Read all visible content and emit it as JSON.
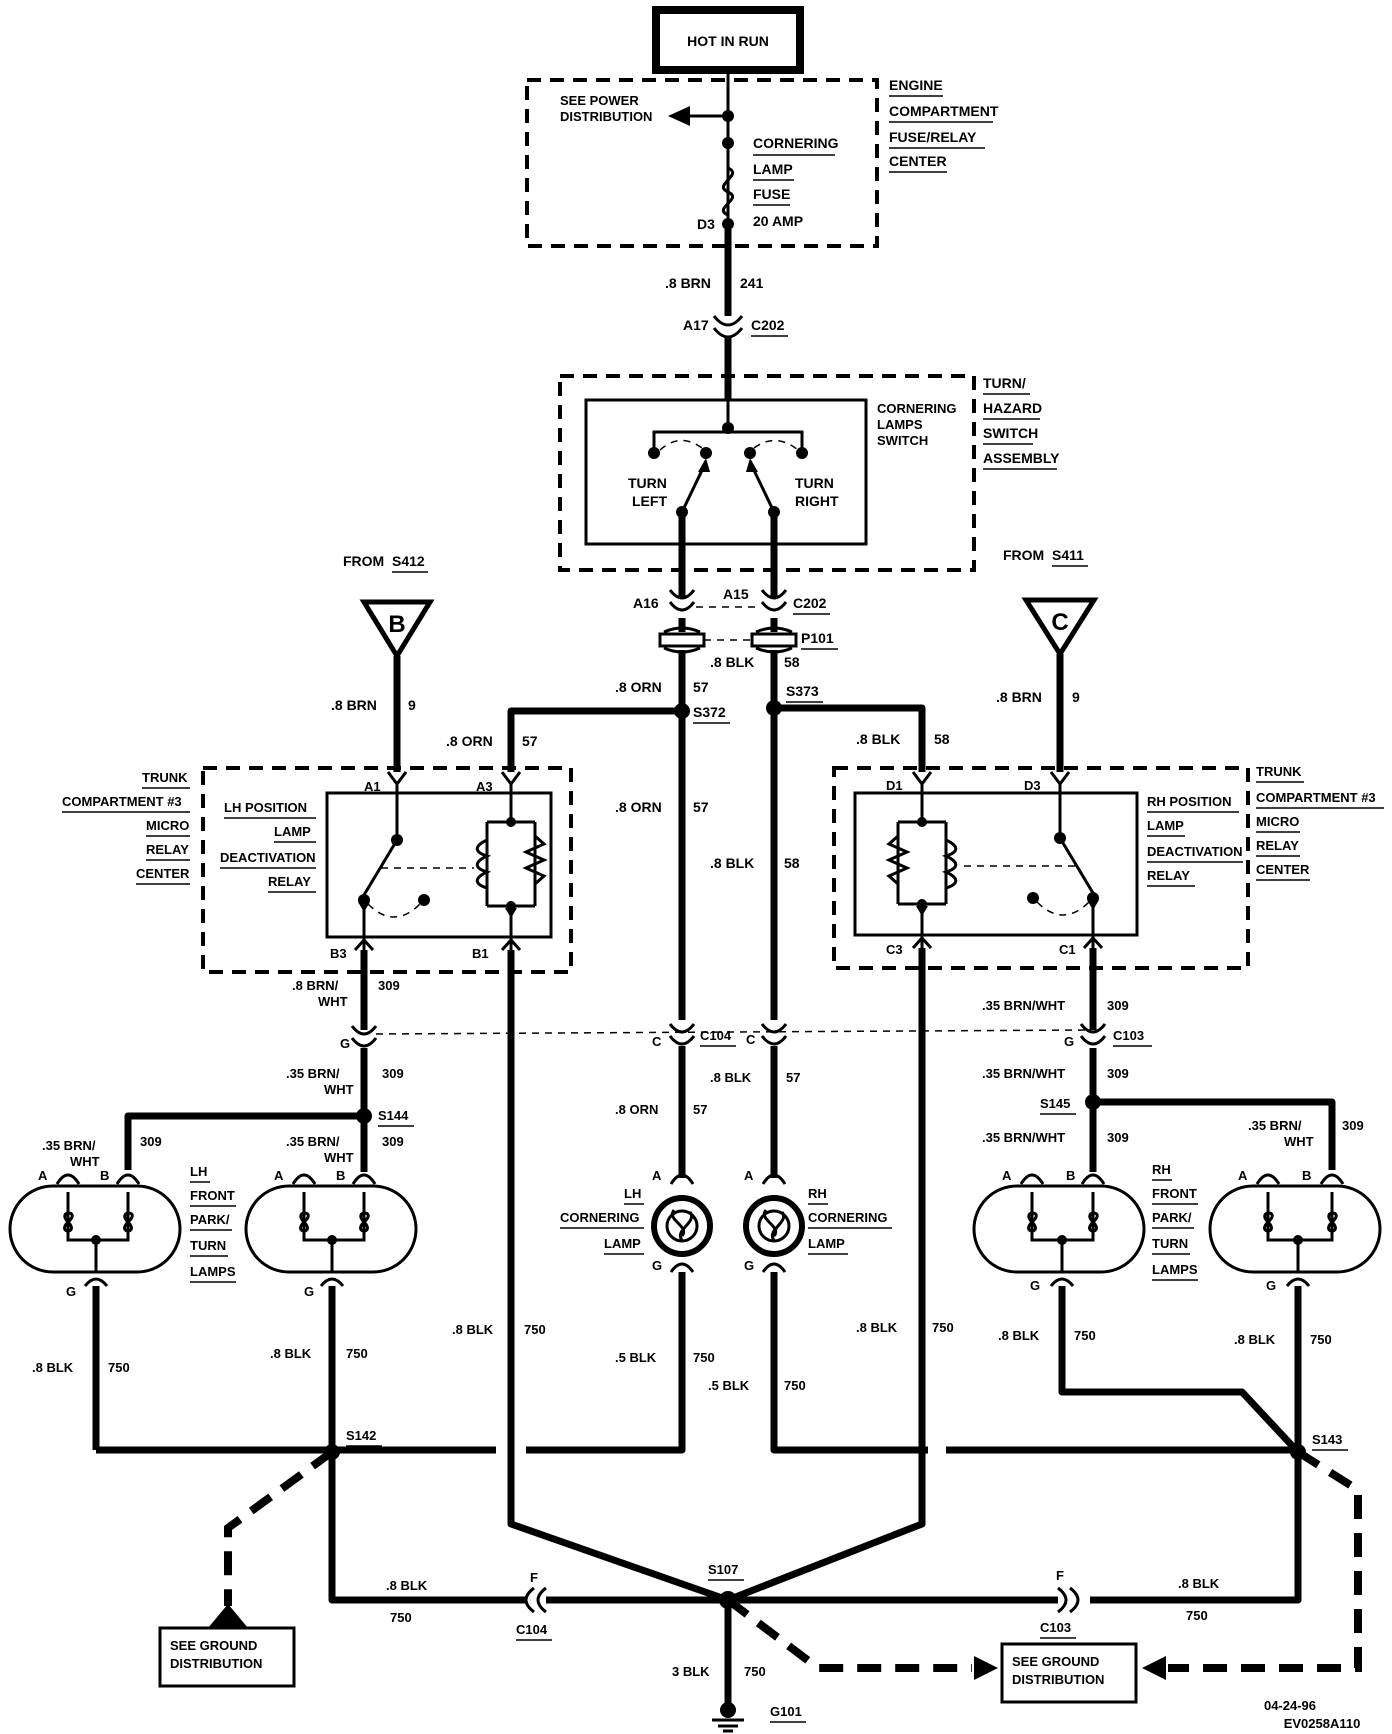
{
  "title_box": "HOT IN RUN",
  "fuse_block": {
    "see_power": [
      "SEE POWER",
      "DISTRIBUTION"
    ],
    "fuse_name": [
      "CORNERING",
      "LAMP",
      "FUSE"
    ],
    "amp": "20 AMP",
    "pin": "D3",
    "center": [
      "ENGINE",
      "COMPARTMENT",
      "FUSE/RELAY",
      "CENTER"
    ]
  },
  "wire_241": {
    "gauge": ".8 BRN",
    "circuit": "241"
  },
  "c202_top": {
    "pin": "A17",
    "conn": "C202"
  },
  "switch": {
    "name": [
      "CORNERING",
      "LAMPS",
      "SWITCH"
    ],
    "assembly": [
      "TURN/",
      "HAZARD",
      "SWITCH",
      "ASSEMBLY"
    ],
    "left": [
      "TURN",
      "LEFT"
    ],
    "right": [
      "TURN",
      "RIGHT"
    ]
  },
  "c202_low": {
    "pin_left": "A16",
    "pin_right": "A15",
    "conn": "C202"
  },
  "p101": {
    "gauge": ".8 BLK",
    "circuit": "58",
    "name": "P101"
  },
  "from_left": {
    "text": "FROM",
    "splice": "S412",
    "letter": "B"
  },
  "from_right": {
    "text": "FROM",
    "splice": "S411",
    "letter": "C"
  },
  "wires": {
    "brn9_l": {
      "gauge": ".8 BRN",
      "circuit": "9"
    },
    "brn9_r": {
      "gauge": ".8 BRN",
      "circuit": "9"
    },
    "orn57_a": {
      "gauge": ".8 ORN",
      "circuit": "57"
    },
    "orn57_b": {
      "gauge": ".8 ORN",
      "circuit": "57"
    },
    "orn57_c": {
      "gauge": ".8 ORN",
      "circuit": "57"
    },
    "orn57_d": {
      "gauge": ".8 ORN",
      "circuit": "57"
    },
    "blk58_a": {
      "gauge": ".8 BLK",
      "circuit": "58"
    },
    "blk58_b": {
      "gauge": ".8 BLK",
      "circuit": "58"
    },
    "blk57_c": {
      "gauge": ".8 BLK",
      "circuit": "57"
    },
    "brnwht_l1": {
      "gauge": [
        ".8 BRN/",
        "WHT"
      ],
      "circuit": "309"
    },
    "brnwht_l2": {
      "gauge": [
        ".35 BRN/",
        "WHT"
      ],
      "circuit": "309"
    },
    "brnwht_l3": {
      "gauge": [
        ".35 BRN/",
        "WHT"
      ],
      "circuit": "309"
    },
    "brnwht_l4": {
      "gauge": [
        ".35 BRN/",
        "WHT"
      ],
      "circuit": "309"
    },
    "brnwht_r1": {
      "gauge": ".35 BRN/WHT",
      "circuit": "309"
    },
    "brnwht_r2": {
      "gauge": ".35 BRN/WHT",
      "circuit": "309"
    },
    "brnwht_r3": {
      "gauge": ".35 BRN/WHT",
      "circuit": "309"
    },
    "brnwht_r4": {
      "gauge": [
        ".35 BRN/",
        "WHT"
      ],
      "circuit": "309"
    },
    "g_l1": {
      "gauge": ".8 BLK",
      "circuit": "750"
    },
    "g_l2": {
      "gauge": ".8 BLK",
      "circuit": "750"
    },
    "g_l3": {
      "gauge": ".8 BLK",
      "circuit": "750"
    },
    "g_c1": {
      "gauge": ".5 BLK",
      "circuit": "750"
    },
    "g_c2": {
      "gauge": ".5 BLK",
      "circuit": "750"
    },
    "g_r3": {
      "gauge": ".8 BLK",
      "circuit": "750"
    },
    "g_r2": {
      "gauge": ".8 BLK",
      "circuit": "750"
    },
    "g_r1": {
      "gauge": ".8 BLK",
      "circuit": "750"
    },
    "g_bl": {
      "gauge": ".8 BLK",
      "circuit": "750"
    },
    "g_br": {
      "gauge": ".8 BLK",
      "circuit": "750"
    },
    "g_main": {
      "gauge": "3 BLK",
      "circuit": "750"
    }
  },
  "splices": {
    "s372": "S372",
    "s373": "S373",
    "s144": "S144",
    "s145": "S145",
    "s142": "S142",
    "s143": "S143",
    "s107": "S107",
    "g101": "G101"
  },
  "lh_relay": {
    "center": [
      "TRUNK",
      "COMPARTMENT #3",
      "MICRO",
      "RELAY",
      "CENTER"
    ],
    "name": [
      "LH POSITION",
      "LAMP",
      "DEACTIVATION",
      "RELAY"
    ],
    "pins": {
      "a1": "A1",
      "a3": "A3",
      "b3": "B3",
      "b1": "B1"
    }
  },
  "rh_relay": {
    "center": [
      "TRUNK",
      "COMPARTMENT #3",
      "MICRO",
      "RELAY",
      "CENTER"
    ],
    "name": [
      "RH POSITION",
      "LAMP",
      "DEACTIVATION",
      "RELAY"
    ],
    "pins": {
      "d1": "D1",
      "d3": "D3",
      "c3": "C3",
      "c1": "C1"
    }
  },
  "connectors": {
    "c104_mid": "C104",
    "c103_mid": "C103",
    "c104_bot": "C104",
    "c103_bot": "C103",
    "pin_g": "G",
    "pin_c": "C",
    "pin_f": "F",
    "pin_a": "A",
    "pin_b": "B"
  },
  "lamps": {
    "lh_front": [
      "LH",
      "FRONT",
      "PARK/",
      "TURN",
      "LAMPS"
    ],
    "rh_front": [
      "RH",
      "FRONT",
      "PARK/",
      "TURN",
      "LAMPS"
    ],
    "lh_corner": [
      "LH",
      "CORNERING",
      "LAMP"
    ],
    "rh_corner": [
      "RH",
      "CORNERING",
      "LAMP"
    ]
  },
  "ground_left": [
    "SEE GROUND",
    "DISTRIBUTION"
  ],
  "ground_right": [
    "SEE GROUND",
    "DISTRIBUTION"
  ],
  "footer": {
    "date": "04-24-96",
    "code": "EV0258A110"
  }
}
